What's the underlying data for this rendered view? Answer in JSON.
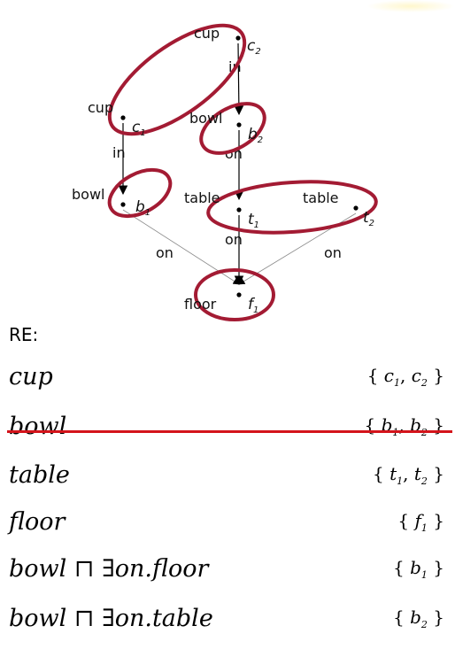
{
  "diagram": {
    "nodes": [
      {
        "key": "c2",
        "label": "cup",
        "id": "c",
        "sub": "2"
      },
      {
        "key": "c1",
        "label": "cup",
        "id": "c",
        "sub": "1"
      },
      {
        "key": "b2",
        "label": "bowl",
        "id": "b",
        "sub": "2"
      },
      {
        "key": "b1",
        "label": "bowl",
        "id": "b",
        "sub": "1"
      },
      {
        "key": "t1",
        "label": "table",
        "id": "t",
        "sub": "1"
      },
      {
        "key": "t2",
        "label": "table",
        "id": "t",
        "sub": "2"
      },
      {
        "key": "f1",
        "label": "floor",
        "id": "f",
        "sub": "1"
      }
    ],
    "edges": [
      {
        "from": "c2",
        "to": "b2",
        "label": "in"
      },
      {
        "from": "c1",
        "to": "b1",
        "label": "in"
      },
      {
        "from": "b2",
        "to": "t1",
        "label": "on"
      },
      {
        "from": "t1",
        "to": "f1",
        "label": "on"
      },
      {
        "from": "b1",
        "to": "f1",
        "label": "on"
      },
      {
        "from": "t2",
        "to": "f1",
        "label": "on"
      }
    ],
    "groups": [
      [
        "c1",
        "c2"
      ],
      [
        "b2"
      ],
      [
        "b1"
      ],
      [
        "t1",
        "t2"
      ],
      [
        "f1"
      ]
    ],
    "highlight_color": "#a31b33",
    "strike_color": "#d4141b"
  },
  "re_heading": "RE:",
  "re_rows": [
    {
      "expr": "cup",
      "set": [
        {
          "id": "c",
          "sub": "1"
        },
        {
          "id": "c",
          "sub": "2"
        }
      ],
      "struck": false
    },
    {
      "expr": "bowl",
      "set": [
        {
          "id": "b",
          "sub": "1"
        },
        {
          "id": "b",
          "sub": "2"
        }
      ],
      "struck": true
    },
    {
      "expr": "table",
      "set": [
        {
          "id": "t",
          "sub": "1"
        },
        {
          "id": "t",
          "sub": "2"
        }
      ],
      "struck": false
    },
    {
      "expr": "floor",
      "set": [
        {
          "id": "f",
          "sub": "1"
        }
      ],
      "struck": false
    },
    {
      "expr": "bowl ⊓ ∃on.floor",
      "set": [
        {
          "id": "b",
          "sub": "1"
        }
      ],
      "struck": false
    },
    {
      "expr": "bowl ⊓ ∃on.table",
      "set": [
        {
          "id": "b",
          "sub": "2"
        }
      ],
      "struck": false
    }
  ]
}
